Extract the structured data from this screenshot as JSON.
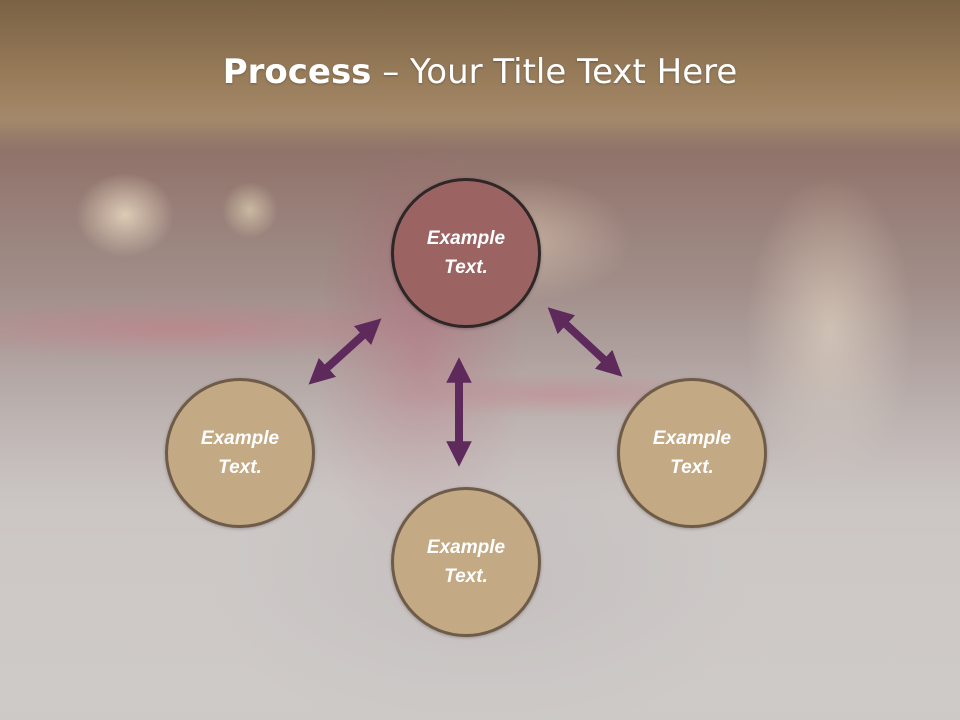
{
  "title": {
    "bold": "Process",
    "rest": " – Your Title Text Here"
  },
  "diagram": {
    "center_node": {
      "label": "Example\nText."
    },
    "left_node": {
      "label": "Example\nText."
    },
    "bottom_node": {
      "label": "Example\nText."
    },
    "right_node": {
      "label": "Example\nText."
    }
  },
  "colors": {
    "title_band": "#9a7e5c",
    "center_fill": "#9b6463",
    "node_fill": "#c3a984",
    "arrow": "#5e2a5c"
  },
  "icons": [
    "double-arrow-icon"
  ]
}
